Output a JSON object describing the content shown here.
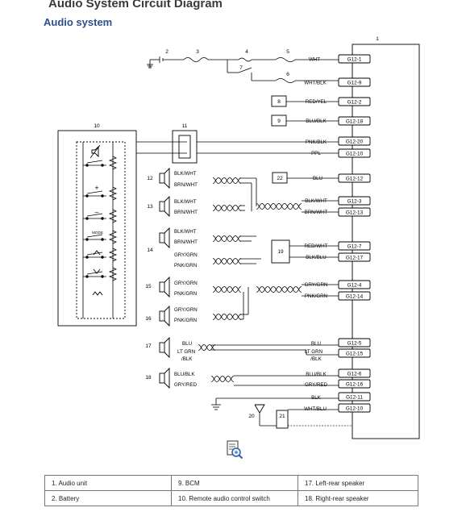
{
  "header": {
    "title": "Audio System Circuit Diagram",
    "subtitle": "Audio system"
  },
  "callouts": [
    "1",
    "2",
    "3",
    "4",
    "5",
    "6",
    "7",
    "8",
    "9",
    "10",
    "11",
    "12",
    "13",
    "14",
    "15",
    "16",
    "17",
    "18",
    "19",
    "20",
    "21",
    "22"
  ],
  "pins": [
    "G12-1",
    "G12-9",
    "G12-2",
    "G12-18",
    "G12-20",
    "G12-10",
    "G12-12",
    "G12-3",
    "G12-13",
    "G12-7",
    "G12-17",
    "G12-4",
    "G12-14",
    "G12-5",
    "G12-15",
    "G12-6",
    "G12-16",
    "G12-11",
    "G12-10"
  ],
  "wire_labels": {
    "right": [
      "WHT",
      "WHT/BLK",
      "RED/YEL",
      "BLU/BLK",
      "PNK/BLK",
      "PPL",
      "BLU",
      "BLK/WHT",
      "BRN/WHT",
      "RED/WHT",
      "BLK/BLU",
      "GRY/GRN",
      "PNK/GRN",
      "BLU",
      "LT GRN",
      "/BLK",
      "BLU/BLK",
      "GRY/RED",
      "BLK",
      "WHT/BLU"
    ],
    "left": [
      "BLK/WHT",
      "BRN/WHT",
      "BLK/WHT",
      "BRN/WHT",
      "BLK/WHT",
      "BRN/WHT",
      "GRY/GRN",
      "PNK/GRN",
      "GRY/GRN",
      "PNK/GRN",
      "GRY/GRN",
      "PNK/GRN",
      "BLU",
      "LT GRN",
      "/BLK",
      "BLU/BLK",
      "GRY/RED"
    ]
  },
  "switch_labels": {
    "mode": "MODE"
  },
  "legend": [
    [
      "1.   Audio unit",
      "9.   BCM",
      "17.   Left-rear speaker"
    ],
    [
      "2.   Battery",
      "10.   Remote audio control switch",
      "18.   Right-rear speaker"
    ]
  ]
}
